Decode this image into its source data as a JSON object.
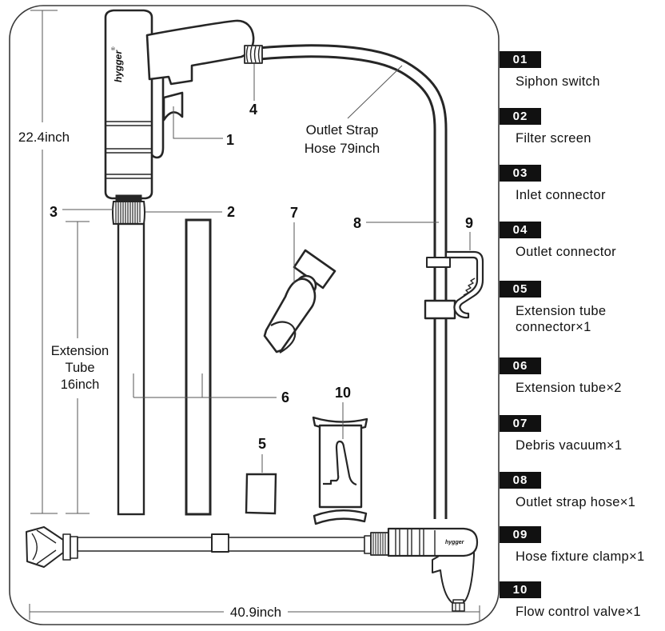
{
  "figure": {
    "brand": "hygger",
    "brand_mark": "®",
    "callouts": {
      "c1": "1",
      "c2": "2",
      "c3": "3",
      "c4": "4",
      "c5": "5",
      "c6": "6",
      "c7": "7",
      "c8": "8",
      "c9": "9",
      "c10": "10"
    },
    "dimensions": {
      "overall_height": "22.4inch",
      "extension_tube_line1": "Extension",
      "extension_tube_line2": "Tube",
      "extension_tube_line3": "16inch",
      "overall_length": "40.9inch",
      "hose_line1": "Outlet Strap",
      "hose_line2": "Hose 79inch"
    }
  },
  "legend": {
    "items": [
      {
        "number": "01",
        "label": "Siphon switch"
      },
      {
        "number": "02",
        "label": "Filter screen"
      },
      {
        "number": "03",
        "label": "Inlet connector"
      },
      {
        "number": "04",
        "label": "Outlet connector"
      },
      {
        "number": "05",
        "label": "Extension tube connector×1"
      },
      {
        "number": "06",
        "label": "Extension tube×2"
      },
      {
        "number": "07",
        "label": "Debris vacuum×1"
      },
      {
        "number": "08",
        "label": "Outlet strap hose×1"
      },
      {
        "number": "09",
        "label": "Hose fixture clamp×1"
      },
      {
        "number": "10",
        "label": "Flow control valve×1"
      }
    ]
  },
  "colors": {
    "line": "#262626",
    "badge_bg": "#111111",
    "badge_text": "#ffffff",
    "background": "#ffffff"
  }
}
